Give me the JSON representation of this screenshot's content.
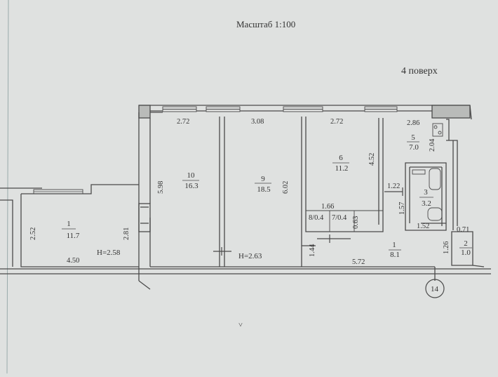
{
  "header": {
    "scale_label": "Масштаб 1:100",
    "floor_label": "4 поверх"
  },
  "dimensions": {
    "d272_left": "2.72",
    "d308": "3.08",
    "d272_mid": "2.72",
    "d286": "2.86",
    "d204": "2.04",
    "d598": "5.98",
    "d602": "6.02",
    "d452": "4.52",
    "d122": "1.22",
    "d157": "1.57",
    "d166": "1.66",
    "d063": "0.63",
    "d152": "1.52",
    "d071": "0.71",
    "d126": "1.26",
    "d144": "1.44",
    "d572": "5.72",
    "d252": "2.52",
    "d281": "2.81",
    "d450": "4.50"
  },
  "heights": {
    "h_left": "H=2.58",
    "h_main": "H=2.63"
  },
  "rooms": [
    {
      "num": "1",
      "area": "11.7"
    },
    {
      "num": "10",
      "area": "16.3"
    },
    {
      "num": "9",
      "area": "18.5"
    },
    {
      "num": "6",
      "area": "11.2"
    },
    {
      "num": "5",
      "area": "7.0"
    },
    {
      "num": "3",
      "area": "3.2"
    },
    {
      "num": "1",
      "area": "8.1"
    },
    {
      "num": "2",
      "area": "1.0"
    }
  ],
  "closets": {
    "c8": "8/0.4",
    "c7": "7/0.4"
  },
  "axis_marker": "14",
  "colors": {
    "paper": "#dfe1e0",
    "ink": "#4a4a4a",
    "text": "#333333"
  }
}
